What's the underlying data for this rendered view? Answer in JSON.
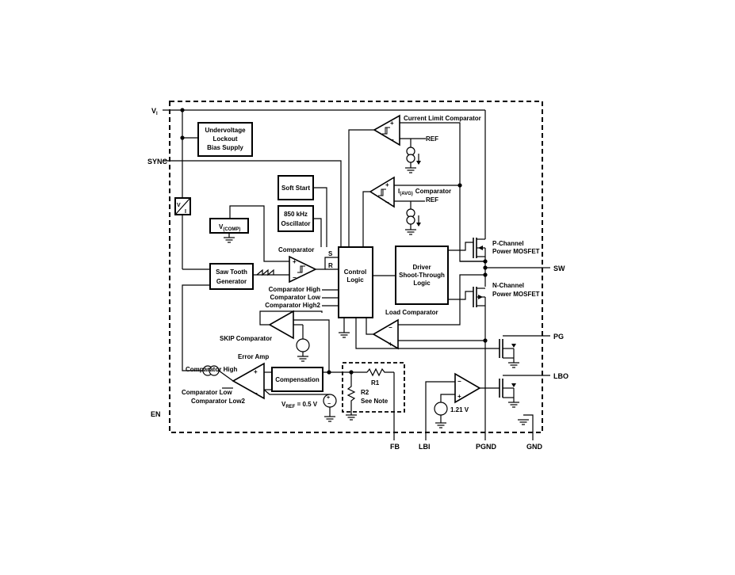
{
  "pins": {
    "vi": "V",
    "vi_sub": "I",
    "sync": "SYNC",
    "en": "EN",
    "sw": "SW",
    "pg": "PG",
    "lbo": "LBO",
    "fb": "FB",
    "lbi": "LBI",
    "pgnd": "PGND",
    "gnd": "GND"
  },
  "blocks": {
    "uvlo": [
      "Undervoltage",
      "Lockout",
      "Bias Supply"
    ],
    "soft_start": "Soft Start",
    "oscillator": [
      "850 kHz",
      "Oscillator"
    ],
    "vcomp": "V",
    "vcomp_sub": "(COMP)",
    "saw_tooth": [
      "Saw Tooth",
      "Generator"
    ],
    "control_logic": [
      "Control",
      "Logic"
    ],
    "driver": [
      "Driver",
      "Shoot-Through",
      "Logic"
    ],
    "compensation": "Compensation"
  },
  "labels": {
    "current_limit_comparator": "Current Limit Comparator",
    "ref1": "REF",
    "iavg": "I",
    "iavg_sub": "(AVG)",
    "iavg_comparator": "Comparator",
    "ref2": "REF",
    "comparator": "Comparator",
    "s": "S",
    "r": "R",
    "comparator_high": "Comparator High",
    "comparator_low": "Comparator Low",
    "comparator_high2": "Comparator High2",
    "load_comparator": "Load Comparator",
    "skip_comparator": "SKIP Comparator",
    "error_amp": "Error Amp",
    "ea_comparator_high": "Comparator High",
    "ea_comparator_low": "Comparator Low",
    "ea_comparator_low2": "Comparator Low2",
    "vref": "V",
    "vref_sub": "REF",
    "vref_value": " = 0.5 V",
    "r1": "R1",
    "r2": "R2",
    "see_note": "See Note",
    "p_channel": "P-Channel",
    "p_mosfet": "Power MOSFET",
    "n_channel": "N-Channel",
    "n_mosfet": "Power MOSFET",
    "v121": "1.21 V",
    "plus": "+",
    "minus": "−"
  }
}
